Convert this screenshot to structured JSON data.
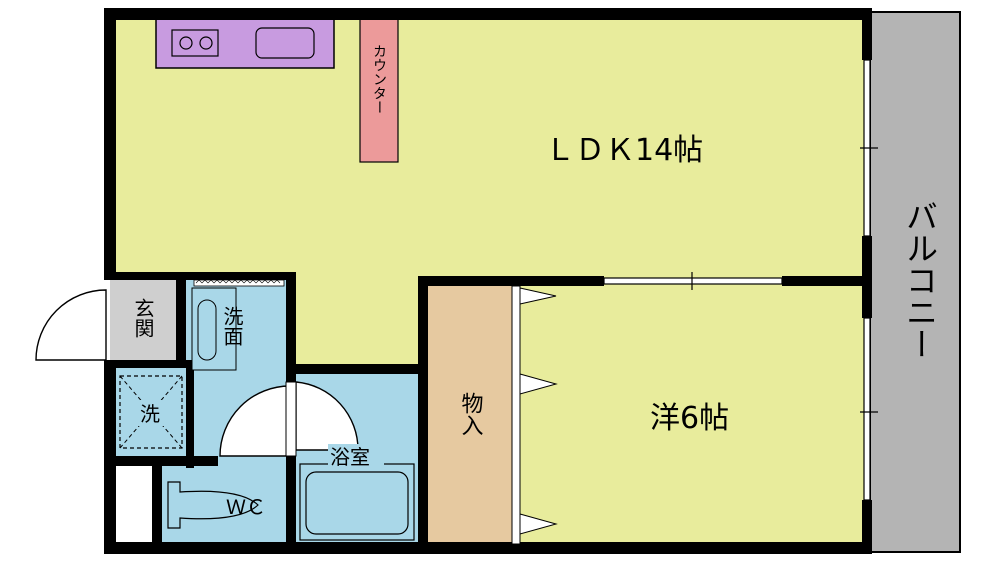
{
  "rooms": {
    "ldk": "ＬＤＫ14帖",
    "western": "洋6帖",
    "balcony": "バルコニー",
    "closet": "物入",
    "counter": "カウンター",
    "entrance": "玄関",
    "washbasin": "洗面",
    "washer": "洗",
    "bath": "浴室",
    "toilet": "ＷＣ"
  },
  "colors": {
    "room_fill": "#e8ec9c",
    "wet_area": "#a9d7e8",
    "balcony": "#b4b4b4",
    "closet": "#e6c9a0",
    "kitchen": "#c89be0",
    "counter": "#ec9a9a",
    "entrance": "#cfcfcf",
    "wall": "#000000"
  }
}
